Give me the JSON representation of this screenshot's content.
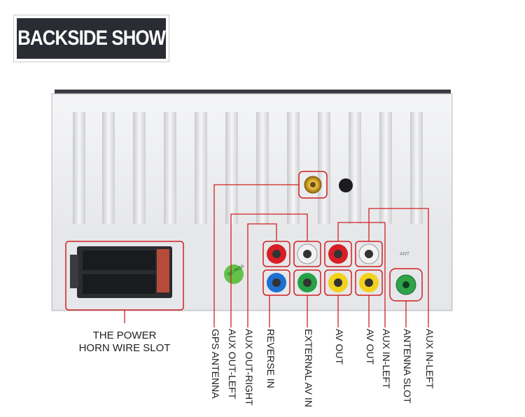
{
  "badge": {
    "title": "BACKSIDE SHOW"
  },
  "power": {
    "line1": "THE POWER",
    "line2": "HORN WIRE SLOT"
  },
  "port_labels": [
    "GPS ANTENNA",
    "AUX OUT-LEFT",
    "AUX OUT-RIGHT",
    "REVERSE IN",
    "EXTERNAL AV IN",
    "AV OUT",
    "AV OUT",
    "AUX IN-LEFT",
    "ANTENNA SLOT",
    "AUX IN-LEFT"
  ],
  "stickers": {
    "qc": "QC PASS",
    "ant": "ANT"
  },
  "colors": {
    "callout": "#d02020",
    "panel": "#e9eaec",
    "rca_red": "#d81e25",
    "rca_white": "#f2f2f2",
    "rca_yellow": "#f2d21b",
    "rca_blue": "#1d6fd1",
    "rca_green": "#27a045"
  }
}
